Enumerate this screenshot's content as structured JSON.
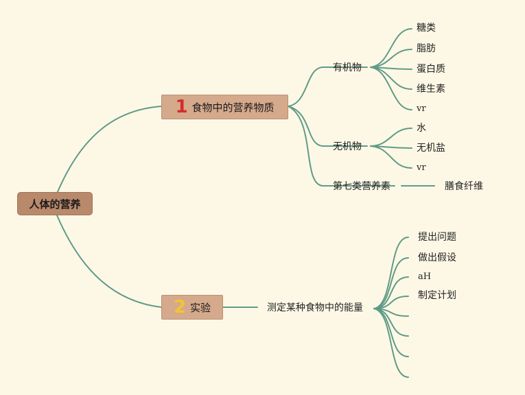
{
  "root": {
    "label": "人体的营养"
  },
  "topics": [
    {
      "number": "1",
      "label": "食物中的营养物质",
      "number_color": "#d42b2b"
    },
    {
      "number": "2",
      "label": "实验",
      "number_color": "#f2c531"
    }
  ],
  "topic1": {
    "organic": {
      "label": "有机物",
      "children": [
        "糖类",
        "脂肪",
        "蛋白质",
        "维生素",
        "vr"
      ]
    },
    "inorganic": {
      "label": "无机物",
      "children": [
        "水",
        "无机盐",
        "vr"
      ]
    },
    "seventh": {
      "label": "第七类营养素",
      "child": "膳食纤维"
    }
  },
  "topic2": {
    "experiment": {
      "label": "测定某种食物中的能量",
      "children": [
        "提出问题",
        "做出假设",
        "aH",
        "制定计划"
      ]
    }
  },
  "colors": {
    "line": "#5f9b87",
    "background": "#fdf8e6"
  }
}
